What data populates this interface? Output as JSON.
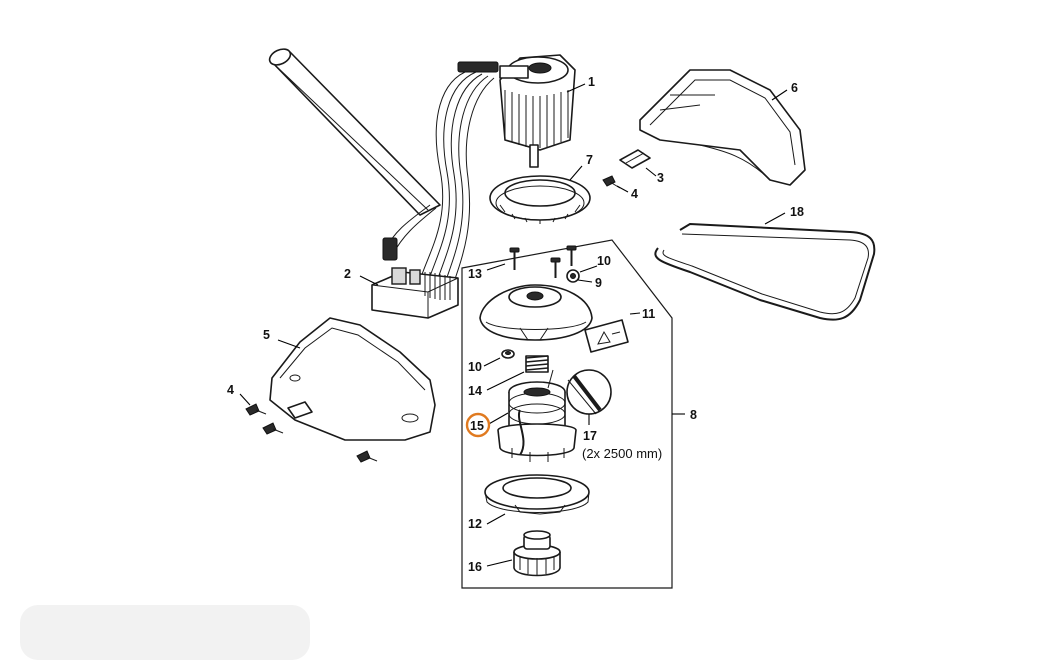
{
  "labels": {
    "p1": "1",
    "p2": "2",
    "p3": "3",
    "p4a": "4",
    "p4b": "4",
    "p5": "5",
    "p6": "6",
    "p7": "7",
    "p8": "8",
    "p9": "9",
    "p10a": "10",
    "p10b": "10",
    "p11": "11",
    "p12": "12",
    "p13": "13",
    "p14": "14",
    "p15": "15",
    "p16": "16",
    "p17": "17",
    "p18": "18"
  },
  "notes": {
    "line_spec": "(2x 2500 mm)"
  },
  "highlight": {
    "part": "15",
    "color": "#e07a20"
  }
}
